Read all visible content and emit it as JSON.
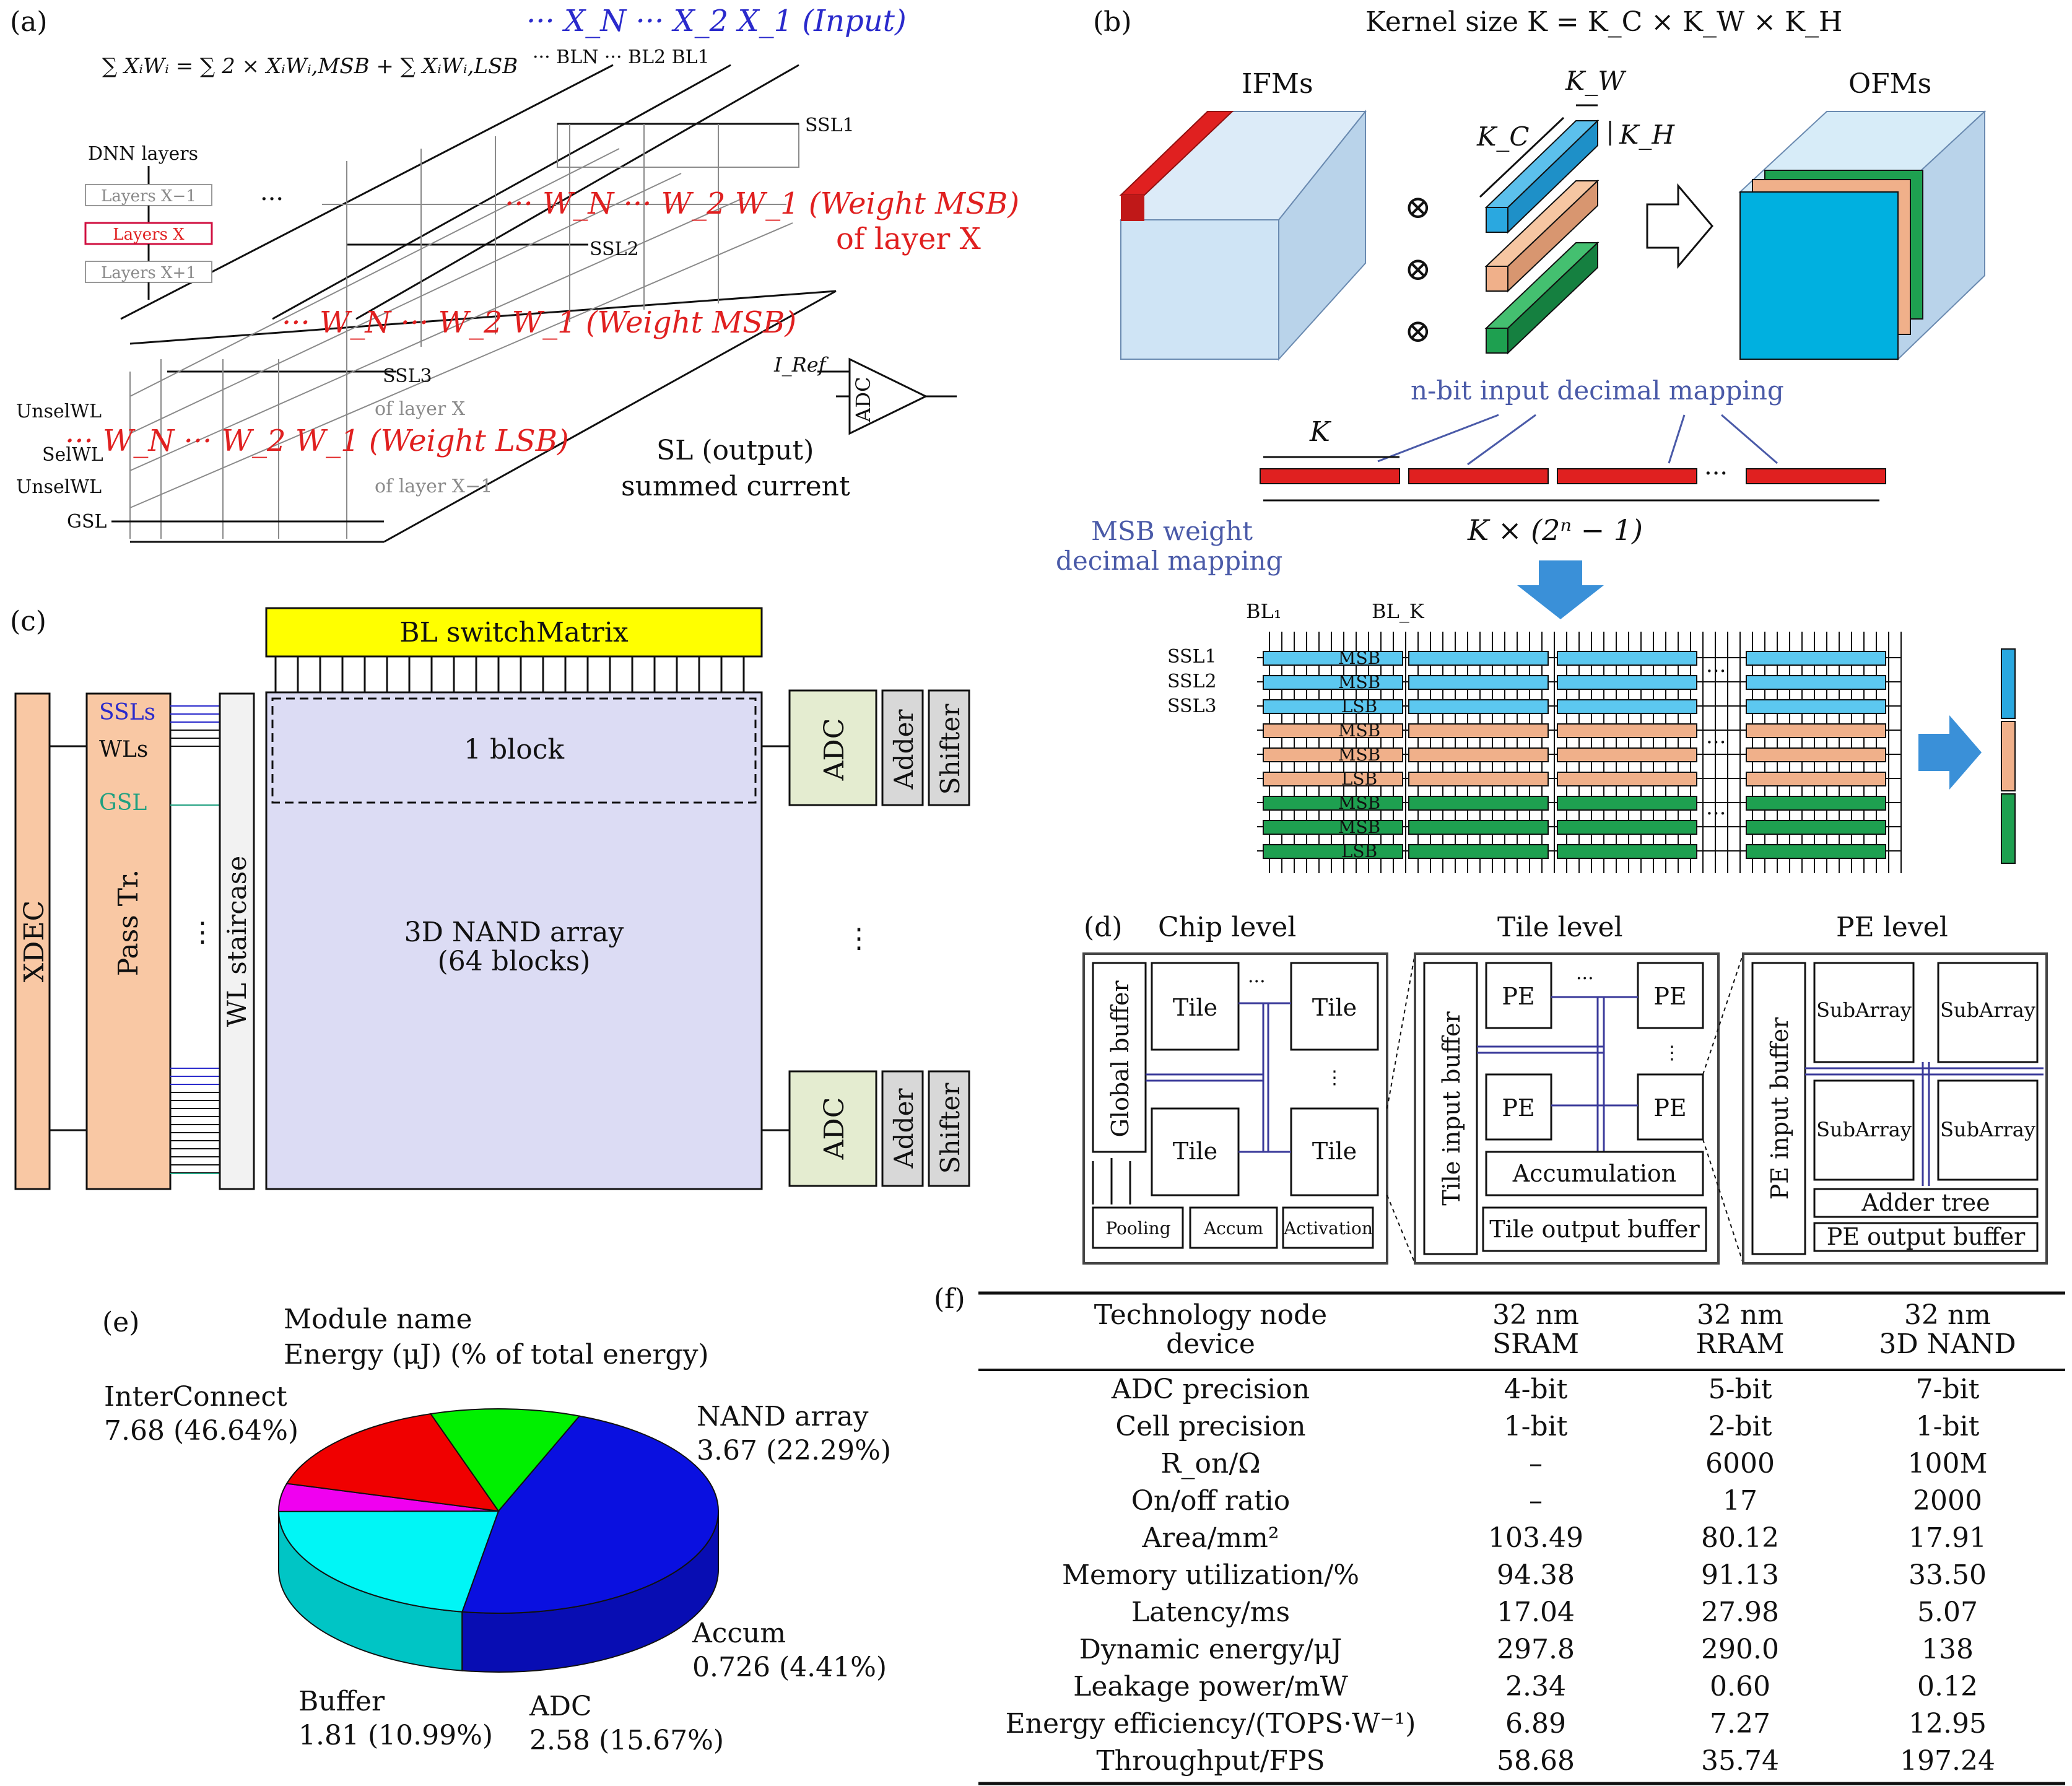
{
  "panels": {
    "a": {
      "label": "(a)",
      "equation": "∑ XᵢWᵢ = ∑ 2 × XᵢWᵢ,MSB + ∑ XᵢWᵢ,LSB",
      "inputs": "··· X_N ··· X_2 X_1 (Input)",
      "bitlines": "··· BLN ··· BL2 BL1",
      "ssl": [
        "SSL1",
        "SSL2",
        "SSL3"
      ],
      "dnn_title": "DNN layers",
      "layers": [
        "Layers X−1",
        "Layers X",
        "Layers X+1"
      ],
      "ellipsis": "···",
      "weights_msb_x": "··· W_N ··· W_2 W_1 (Weight MSB)",
      "of_layer_x": "of layer X",
      "weights_msb": "··· W_N ··· W_2 W_1 (Weight MSB)",
      "weights_lsb": "··· W_N ··· W_2 W_1 (Weight LSB)",
      "faint_x": "of layer X",
      "faint_x1": "of layer X−1",
      "wl_labels": [
        "UnselWL",
        "SelWL",
        "UnselWL",
        "GSL"
      ],
      "iref": "I_Ref",
      "adc": "ADC",
      "sl_output": "SL (output)",
      "summed_current": "summed current"
    },
    "b": {
      "label": "(b)",
      "kernel_title": "Kernel size K = K_C × K_W × K_H",
      "ifms": "IFMs",
      "ofms": "OFMs",
      "kw": "K_W",
      "kc": "K_C",
      "kh": "K_H",
      "otimes": "⊗",
      "mapping": "n-bit input decimal mapping",
      "k": "K",
      "ellipsis": "···",
      "k_total": "K × (2ⁿ − 1)",
      "msb_weight": "MSB weight",
      "decimal_mapping": "decimal mapping",
      "bl1": "BL₁",
      "blk": "BL_K",
      "ssl": [
        "SSL1",
        "SSL2",
        "SSL3"
      ],
      "rows": [
        "MSB",
        "MSB",
        "LSB",
        "MSB",
        "MSB",
        "LSB",
        "MSB",
        "MSB",
        "LSB"
      ]
    },
    "c": {
      "label": "(c)",
      "bl_switch": "BL switchMatrix",
      "xdec": "XDEC",
      "pass_tr": "Pass Tr.",
      "ssls": "SSLs",
      "wls": "WLs",
      "gsl": "GSL",
      "wl_staircase": "WL staircase",
      "one_block": "1 block",
      "nand_array": "3D NAND array",
      "blocks": "(64 blocks)",
      "adc": "ADC",
      "adder": "Adder",
      "shifter": "Shifter",
      "vdots": "⋮"
    },
    "d": {
      "label": "(d)",
      "chip_level": "Chip level",
      "tile_level": "Tile level",
      "pe_level": "PE level",
      "global_buffer": "Global buffer",
      "tile": "Tile",
      "pooling": "Pooling",
      "accum": "Accum",
      "activation": "Activation",
      "tile_input_buffer": "Tile input buffer",
      "pe": "PE",
      "accumulation": "Accumulation",
      "tile_output_buffer": "Tile output buffer",
      "pe_input_buffer": "PE input buffer",
      "subarray": "SubArray",
      "adder_tree": "Adder tree",
      "pe_output_buffer": "PE output buffer",
      "dots": "···",
      "vdots": "⋮"
    },
    "e": {
      "label": "(e)",
      "header_line1": "Module name",
      "header_line2": "Energy (μJ) (% of total energy)"
    },
    "f": {
      "label": "(f)",
      "columns": [
        [
          "Technology node",
          "device"
        ],
        [
          "32 nm",
          "SRAM"
        ],
        [
          "32 nm",
          "RRAM"
        ],
        [
          "32 nm",
          "3D NAND"
        ]
      ],
      "rows": [
        [
          "ADC precision",
          "4-bit",
          "5-bit",
          "7-bit"
        ],
        [
          "Cell precision",
          "1-bit",
          "2-bit",
          "1-bit"
        ],
        [
          "R_on/Ω",
          "–",
          "6000",
          "100M"
        ],
        [
          "On/off ratio",
          "–",
          "17",
          "2000"
        ],
        [
          "Area/mm²",
          "103.49",
          "80.12",
          "17.91"
        ],
        [
          "Memory utilization/%",
          "94.38",
          "91.13",
          "33.50"
        ],
        [
          "Latency/ms",
          "17.04",
          "27.98",
          "5.07"
        ],
        [
          "Dynamic energy/μJ",
          "297.8",
          "290.0",
          "138"
        ],
        [
          "Leakage power/mW",
          "2.34",
          "0.60",
          "0.12"
        ],
        [
          "Energy efficiency/(TOPS·W⁻¹)",
          "6.89",
          "7.27",
          "12.95"
        ],
        [
          "Throughput/FPS",
          "58.68",
          "35.74",
          "197.24"
        ]
      ]
    }
  },
  "chart_data": {
    "type": "pie",
    "title": "",
    "slices": [
      {
        "name": "InterConnect",
        "value": 7.68,
        "percent": 46.64,
        "label_line1": "InterConnect",
        "label_line2": "7.68 (46.64%)",
        "color": "#0a10e0"
      },
      {
        "name": "NAND array",
        "value": 3.67,
        "percent": 22.29,
        "label_line1": "NAND array",
        "label_line2": "3.67 (22.29%)",
        "color": "#00f6f6"
      },
      {
        "name": "Accum",
        "value": 0.726,
        "percent": 4.41,
        "label_line1": "Accum",
        "label_line2": "0.726 (4.41%)",
        "color": "#f000f0"
      },
      {
        "name": "ADC",
        "value": 2.58,
        "percent": 15.67,
        "label_line1": "ADC",
        "label_line2": "2.58 (15.67%)",
        "color": "#f00000"
      },
      {
        "name": "Buffer",
        "value": 1.81,
        "percent": 10.99,
        "label_line1": "Buffer",
        "label_line2": "1.81 (10.99%)",
        "color": "#00f000"
      }
    ]
  },
  "colors": {
    "input_blue": "#2a2acc",
    "weight_red": "#e02020",
    "slate_blue": "#4a5aa8",
    "yellow": "#ffff00",
    "peach": "#f9c8a4",
    "lavender": "#dcdcf4",
    "olive_bg": "#e4ecd0",
    "kernel_blue": "#2aa8e0",
    "kernel_orange": "#f0b08a",
    "kernel_green": "#1ea050",
    "ifm_face": "#cfe4f5",
    "ofm_face": "#00b0e0"
  }
}
